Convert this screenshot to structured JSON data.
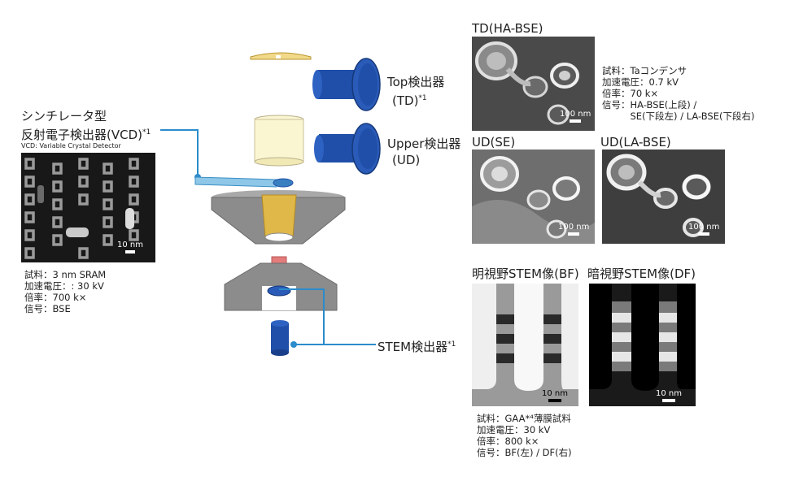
{
  "vcd": {
    "title_line1": "シンチレータ型",
    "title_line2": "反射電子検出器(VCD)",
    "title_sup": "*1",
    "subtitle": "VCD: Variable Crystal Detector",
    "scale": "10 nm",
    "info": [
      "試料：3 nm SRAM",
      "加速電圧：: 30 kV",
      "倍率：700 k×",
      "信号：BSE"
    ]
  },
  "detectors": {
    "top_line1": "Top検出器",
    "top_line2": "(TD)",
    "top_sup": "*1",
    "upper_line1": "Upper検出器",
    "upper_line2": "(UD)",
    "stem": "STEM検出器",
    "stem_sup": "*1"
  },
  "sem": {
    "td_title": "TD(HA-BSE)",
    "ud_se_title": "UD(SE)",
    "ud_labse_title": "UD(LA-BSE)",
    "scale": "100 nm",
    "info": [
      "試料：Taコンデンサ",
      "加速電圧：0.7 kV",
      "倍率：70 k×",
      "信号：HA-BSE(上段) /",
      "　　　SE(下段左) / LA-BSE(下段右)"
    ]
  },
  "stem_imgs": {
    "bf_title": "明視野STEM像(BF)",
    "df_title": "暗視野STEM像(DF)",
    "scale": "10 nm",
    "info": [
      "試料：GAA*⁴薄膜試料",
      "加速電圧：30 kV",
      "倍率：800 k×",
      "信号：BF(左) / DF(右)"
    ]
  },
  "colors": {
    "connector": "#2b8ccb",
    "detector_blue": "#1f4fa8",
    "chamber_gray": "#8c8c8c",
    "lens_gold": "#e0b84a"
  }
}
